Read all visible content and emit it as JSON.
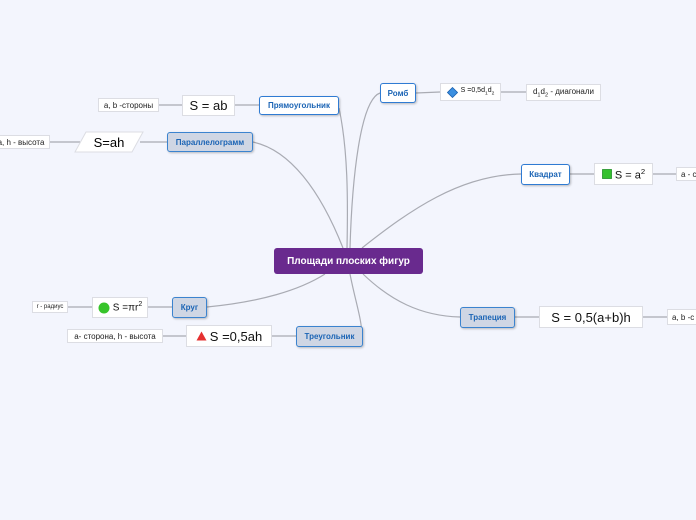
{
  "central": {
    "label": "Площади плоских фигур"
  },
  "branches": {
    "rectangle": {
      "label": "Прямоугольник",
      "formula": "S = ab",
      "note": "a, b -стороны"
    },
    "parallelogram": {
      "label": "Параллелограмм",
      "formula": "S=ah",
      "note": "a, h - высота"
    },
    "rhombus": {
      "label": "Ромб",
      "formula_prefix": "S =0,5d",
      "formula_sub1": "1",
      "formula_mid": "d",
      "formula_sub2": "2",
      "note_d1": "d",
      "note_s1": "1",
      "note_d2": "d",
      "note_s2": "2",
      "note_rest": " - диагонали"
    },
    "square": {
      "label": "Квадрат",
      "formula_base": "S = a",
      "formula_sup": "2",
      "note": "a - с"
    },
    "circle": {
      "label": "Круг",
      "formula_base": "S =πr",
      "formula_sup": "2",
      "note": "r - радиус"
    },
    "triangle": {
      "label": "Треугольник",
      "formula": "S =0,5ah",
      "note": "a- сторона, h - высота"
    },
    "trapezoid": {
      "label": "Трапеция",
      "formula": "S = 0,5(a+b)h",
      "note": "a, b -с"
    }
  },
  "icons": {
    "rhombus": "blue-diamond-icon",
    "square": "green-square-icon",
    "circle": "green-circle-icon",
    "triangle": "red-triangle-icon"
  },
  "colors": {
    "background": "#f3f5fd",
    "central": "#692a8e",
    "topic_border": "#2f7bd3",
    "topic_text": "#1b64b5",
    "gray_topic": "#cfd6e4",
    "line": "#a9abb3"
  }
}
